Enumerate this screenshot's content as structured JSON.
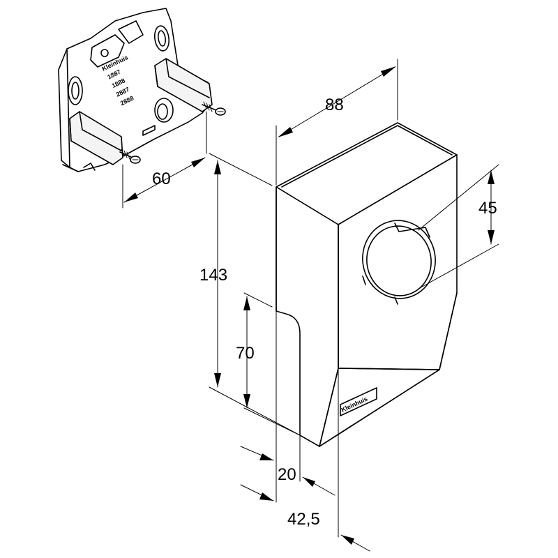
{
  "dimensions": {
    "width": "88",
    "depth_plate": "60",
    "height_total": "143",
    "height_lower": "70",
    "hole_diameter": "45",
    "offset_front": "20",
    "depth_total": "42,5"
  },
  "plate_markings": {
    "brand": "Kleinhuis",
    "codes": [
      "1887",
      "1888",
      "2887",
      "2888"
    ]
  },
  "cover_logo": "Kleinhuis"
}
